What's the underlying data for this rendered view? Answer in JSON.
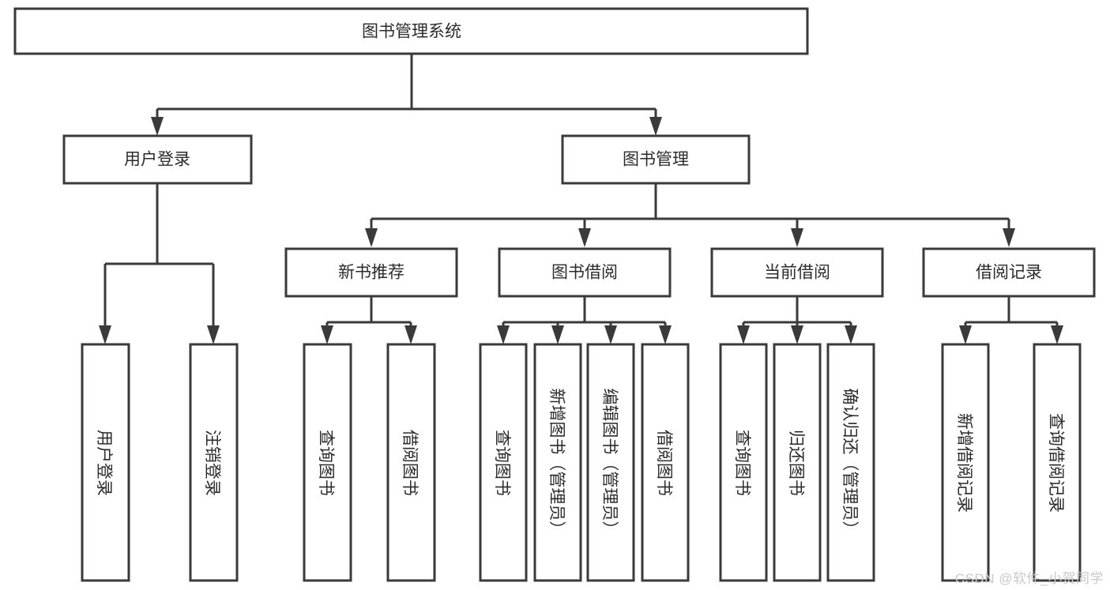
{
  "diagram": {
    "type": "tree-hierarchy-chart",
    "title": "图书管理系统",
    "background_color": "#ffffff",
    "box_stroke_color": "#3a3a3a",
    "text_color": "#2b2b2b",
    "watermark": "CSDN @软件_小贺同学",
    "levels": {
      "level1": [
        {
          "id": "root",
          "label": "图书管理系统",
          "orientation": "horizontal"
        }
      ],
      "level2": [
        {
          "id": "user-login",
          "label": "用户登录",
          "orientation": "horizontal"
        },
        {
          "id": "book-manage",
          "label": "图书管理",
          "orientation": "horizontal"
        }
      ],
      "level3": [
        {
          "id": "new-book-rec",
          "label": "新书推荐",
          "orientation": "horizontal",
          "parent": "book-manage"
        },
        {
          "id": "book-borrow",
          "label": "图书借阅",
          "orientation": "horizontal",
          "parent": "book-manage"
        },
        {
          "id": "current-borrow",
          "label": "当前借阅",
          "orientation": "horizontal",
          "parent": "book-manage"
        },
        {
          "id": "borrow-record",
          "label": "借阅记录",
          "orientation": "horizontal",
          "parent": "book-manage"
        }
      ],
      "level4": [
        {
          "id": "leaf-user-login",
          "label": "用户登录",
          "orientation": "vertical",
          "parent": "user-login"
        },
        {
          "id": "leaf-user-logout",
          "label": "注销登录",
          "orientation": "vertical",
          "parent": "user-login"
        },
        {
          "id": "leaf-query-book-1",
          "label": "查询图书",
          "orientation": "vertical",
          "parent": "new-book-rec"
        },
        {
          "id": "leaf-borrow-book-1",
          "label": "借阅图书",
          "orientation": "vertical",
          "parent": "new-book-rec"
        },
        {
          "id": "leaf-query-book-2",
          "label": "查询图书",
          "orientation": "vertical",
          "parent": "book-borrow"
        },
        {
          "id": "leaf-add-book",
          "label": "新增图书（管理员）",
          "orientation": "vertical",
          "parent": "book-borrow"
        },
        {
          "id": "leaf-edit-book",
          "label": "编辑图书（管理员）",
          "orientation": "vertical",
          "parent": "book-borrow"
        },
        {
          "id": "leaf-borrow-book-2",
          "label": "借阅图书",
          "orientation": "vertical",
          "parent": "book-borrow"
        },
        {
          "id": "leaf-query-book-3",
          "label": "查询图书",
          "orientation": "vertical",
          "parent": "current-borrow"
        },
        {
          "id": "leaf-return-book",
          "label": "归还图书",
          "orientation": "vertical",
          "parent": "current-borrow"
        },
        {
          "id": "leaf-confirm-return",
          "label": "确认归还（管理员）",
          "orientation": "vertical",
          "parent": "current-borrow"
        },
        {
          "id": "leaf-add-record",
          "label": "新增借阅记录",
          "orientation": "vertical",
          "parent": "borrow-record"
        },
        {
          "id": "leaf-query-record",
          "label": "查询借阅记录",
          "orientation": "vertical",
          "parent": "borrow-record"
        }
      ]
    }
  }
}
